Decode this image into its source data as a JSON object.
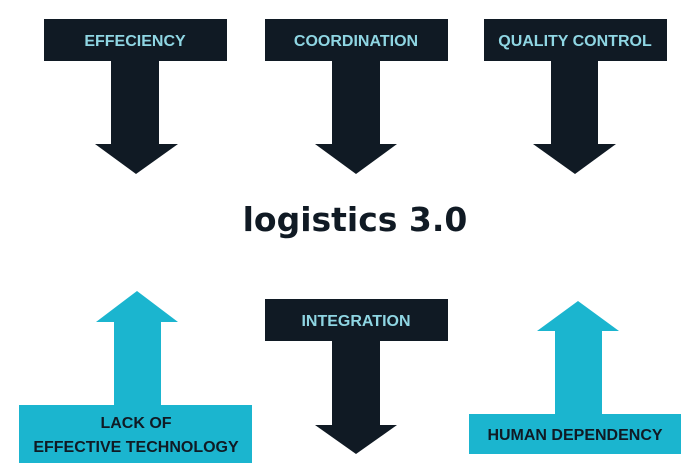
{
  "title": "logistics 3.0",
  "colors": {
    "dark": "#101a24",
    "cyan": "#1bb5cf",
    "dark_label": "#8fd6e3"
  },
  "top_arrows": [
    {
      "label": "EFFECIENCY",
      "direction": "down"
    },
    {
      "label": "COORDINATION",
      "direction": "down"
    },
    {
      "label": "QUALITY CONTROL",
      "direction": "down"
    }
  ],
  "bottom_arrows": [
    {
      "label_line1": "LACK OF",
      "label_line2": "EFFECTIVE TECHNOLOGY",
      "direction": "up"
    },
    {
      "label": "INTEGRATION",
      "direction": "down"
    },
    {
      "label": "HUMAN DEPENDENCY",
      "direction": "up"
    }
  ]
}
